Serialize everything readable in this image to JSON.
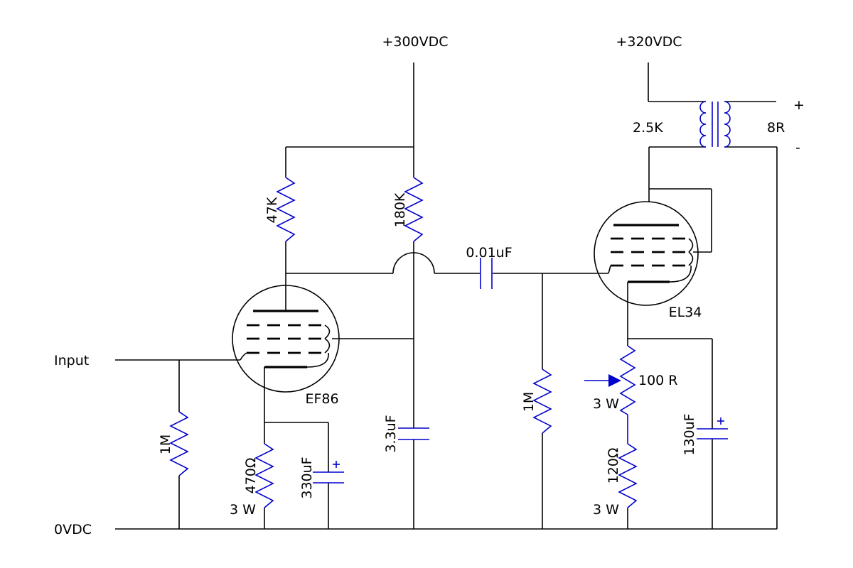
{
  "rails": {
    "b1": "+300VDC",
    "b2": "+320VDC",
    "ground": "0VDC",
    "input": "Input"
  },
  "tubes": {
    "v1": "EF86",
    "v2": "EL34"
  },
  "resistors": {
    "r_grid1": "1M",
    "r_plate1": "47K",
    "r_screen1": "180K",
    "r_cathode1": "470Ω",
    "r_cathode1_power": "3 W",
    "r_grid2": "1M",
    "r_pot2": "100 R",
    "r_pot2_power": "3 W",
    "r_cathode2": "120Ω",
    "r_cathode2_power": "3 W"
  },
  "capacitors": {
    "c_cathode1": "330uF",
    "c_screen1": "3.3uF",
    "c_coupling": "0.01uF",
    "c_cathode2": "130uF"
  },
  "transformer": {
    "primary": "2.5K",
    "secondary": "8R",
    "plus": "+",
    "minus": "-"
  },
  "colors": {
    "wire": "#000000",
    "component": "#0000cc"
  }
}
